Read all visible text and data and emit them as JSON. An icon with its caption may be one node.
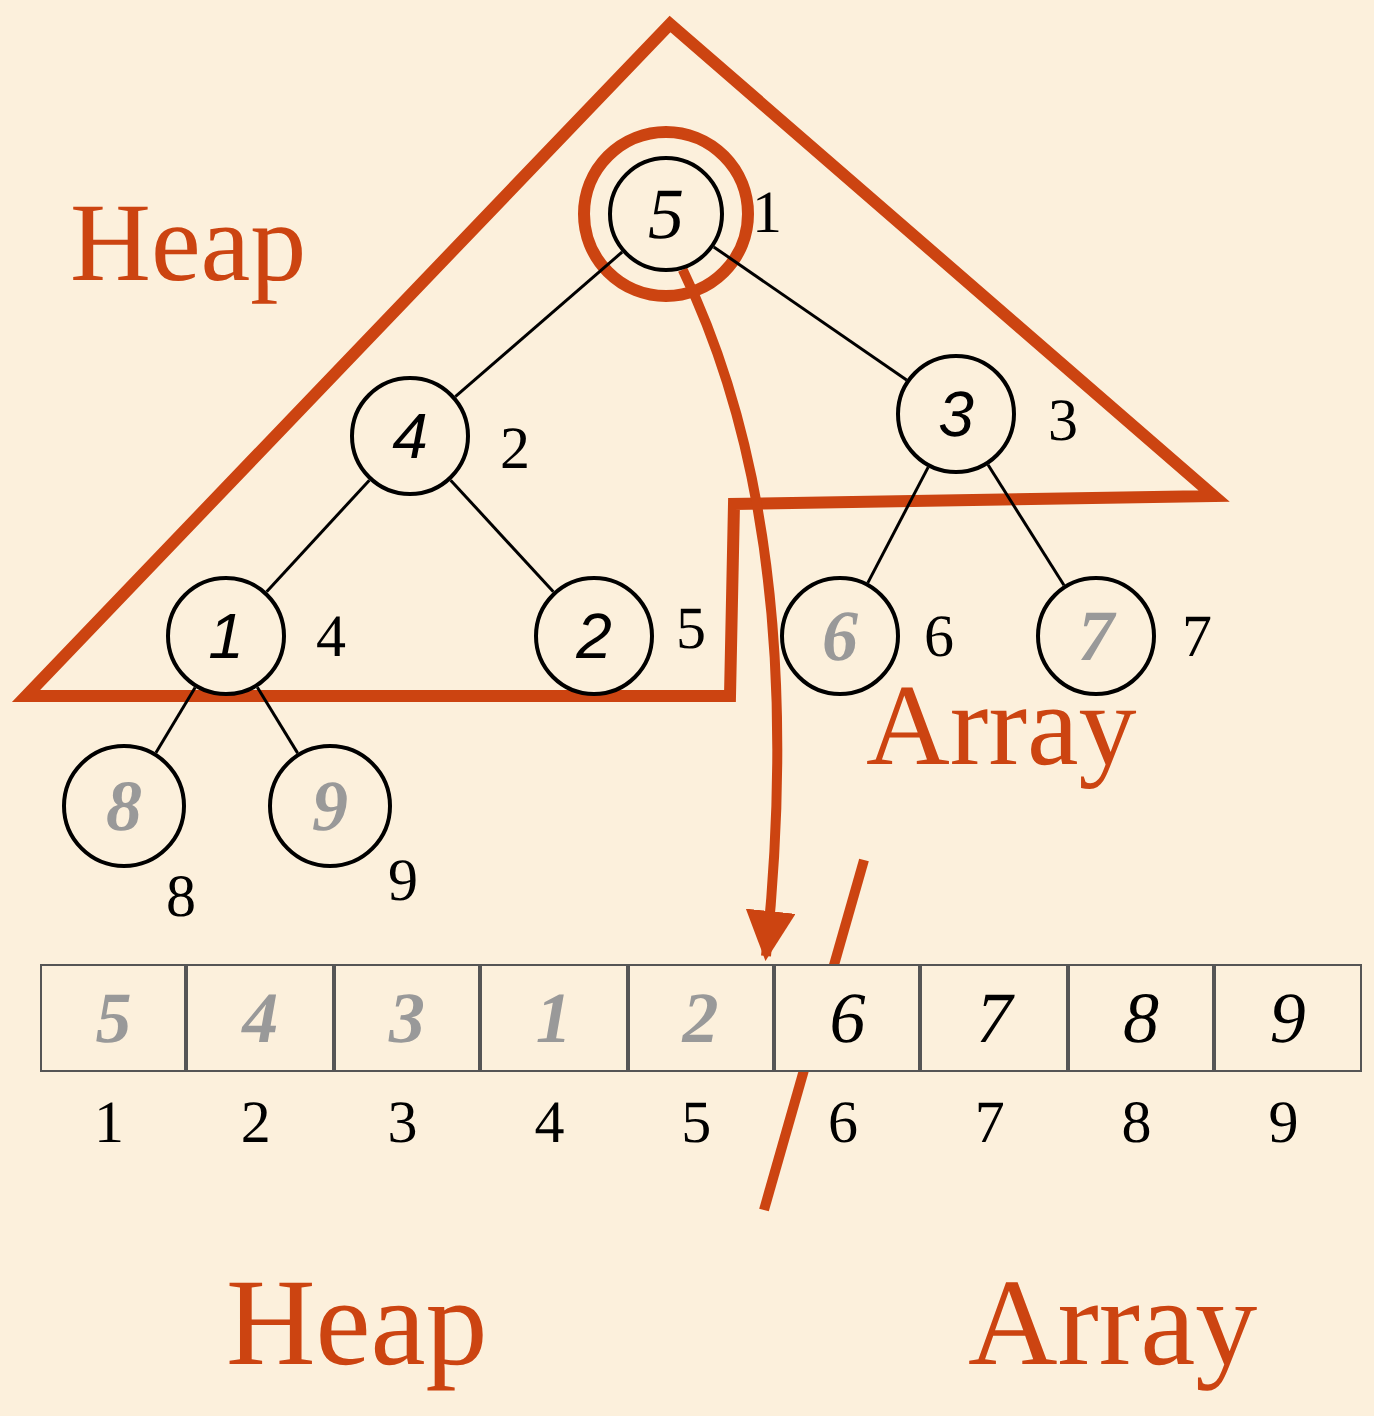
{
  "diagram": {
    "nodes": [
      {
        "text": [
          "5"
        ],
        "beside": [
          "1"
        ]
      },
      {
        "text": [
          "4"
        ],
        "beside": [
          "2"
        ]
      },
      {
        "text": [
          "3"
        ],
        "beside": [
          "3"
        ]
      },
      {
        "text": [
          "1"
        ],
        "beside": [
          "4"
        ]
      },
      {
        "text": [
          "2"
        ],
        "beside": [
          "5"
        ]
      },
      {
        "text": [
          "6"
        ],
        "beside": [
          "6"
        ]
      },
      {
        "text": [
          "7"
        ],
        "beside": [
          "7"
        ]
      },
      {
        "text": [
          "8"
        ],
        "beside": [
          "8"
        ]
      },
      {
        "text": [
          "9"
        ],
        "beside": [
          "9"
        ]
      },
      {
        "text": [
          "5"
        ],
        "beside": [
          "1"
        ]
      },
      {
        "text": [
          "4"
        ],
        "beside": [
          "2"
        ]
      },
      {
        "text": [
          "3"
        ],
        "beside": [
          "3"
        ]
      },
      {
        "text": [
          "1"
        ],
        "beside": [
          "4"
        ]
      },
      {
        "text": [
          "2"
        ],
        "beside": [
          "5"
        ]
      },
      {
        "text": [
          "6"
        ],
        "beside": [
          "6"
        ]
      },
      {
        "text": [
          "7"
        ],
        "beside": [
          "7"
        ]
      },
      {
        "text": [
          "8"
        ],
        "beside": [
          "8"
        ]
      },
      {
        "text": [
          "9"
        ],
        "beside": [
          "9"
        ]
      }
    ],
    "edges": [
      {
        "from": 0,
        "to": 1,
        "arrow": "none"
      },
      {
        "from": 0,
        "to": 2,
        "arrow": "none"
      },
      {
        "from": 1,
        "to": 3,
        "arrow": "none"
      },
      {
        "from": 1,
        "to": 4,
        "arrow": "none"
      },
      {
        "from": 2,
        "to": 5,
        "arrow": "none"
      },
      {
        "from": 2,
        "to": 6,
        "arrow": "none"
      },
      {
        "from": 3,
        "to": 7,
        "arrow": "none"
      },
      {
        "from": 3,
        "to": 8,
        "arrow": "none"
      },
      {
        "from": 0,
        "to": 13,
        "arrow": "to",
        "style": "thick",
        "color": "#cc4411"
      }
    ],
    "labels": [
      "Heap",
      "Array",
      "Heap",
      "Array"
    ]
  }
}
